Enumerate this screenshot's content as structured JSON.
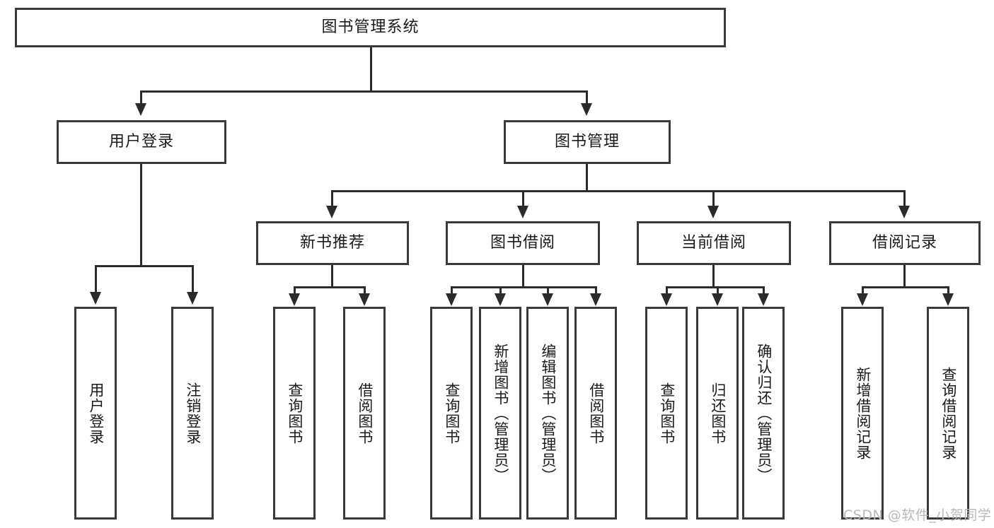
{
  "diagram": {
    "type": "tree-hierarchy",
    "root": {
      "id": "root",
      "label": "图书管理系统"
    },
    "level1": [
      {
        "id": "user-login",
        "label": "用户登录"
      },
      {
        "id": "book-manage",
        "label": "图书管理"
      }
    ],
    "level2": [
      {
        "id": "new-book-recommend",
        "label": "新书推荐",
        "parent": "book-manage"
      },
      {
        "id": "book-borrow",
        "label": "图书借阅",
        "parent": "book-manage"
      },
      {
        "id": "current-borrow",
        "label": "当前借阅",
        "parent": "book-manage"
      },
      {
        "id": "borrow-record",
        "label": "借阅记录",
        "parent": "book-manage"
      }
    ],
    "leaves": [
      {
        "id": "leaf-user-login",
        "label": "用户登录",
        "parent": "user-login"
      },
      {
        "id": "leaf-logout-login",
        "label": "注销登录",
        "parent": "user-login"
      },
      {
        "id": "leaf-query-book-1",
        "label": "查询图书",
        "parent": "new-book-recommend"
      },
      {
        "id": "leaf-borrow-book-1",
        "label": "借阅图书",
        "parent": "new-book-recommend"
      },
      {
        "id": "leaf-query-book-2",
        "label": "查询图书",
        "parent": "book-borrow"
      },
      {
        "id": "leaf-add-book",
        "label": "新增图书（管理员）",
        "parent": "book-borrow"
      },
      {
        "id": "leaf-edit-book",
        "label": "编辑图书（管理员）",
        "parent": "book-borrow"
      },
      {
        "id": "leaf-borrow-book-2",
        "label": "借阅图书",
        "parent": "book-borrow"
      },
      {
        "id": "leaf-query-book-3",
        "label": "查询图书",
        "parent": "current-borrow"
      },
      {
        "id": "leaf-return-book",
        "label": "归还图书",
        "parent": "current-borrow"
      },
      {
        "id": "leaf-confirm-return",
        "label": "确认归还（管理员）",
        "parent": "current-borrow"
      },
      {
        "id": "leaf-add-record",
        "label": "新增借阅记录",
        "parent": "borrow-record"
      },
      {
        "id": "leaf-query-record",
        "label": "查询借阅记录",
        "parent": "borrow-record"
      }
    ]
  },
  "watermark": {
    "text": "CSDN @软件_小贺同学",
    "color": "#b9b9b9"
  },
  "style": {
    "border_color": "#3a3a3a",
    "line_color": "#2b2b2b",
    "background": "#ffffff",
    "text_color": "#1a1a1a"
  }
}
